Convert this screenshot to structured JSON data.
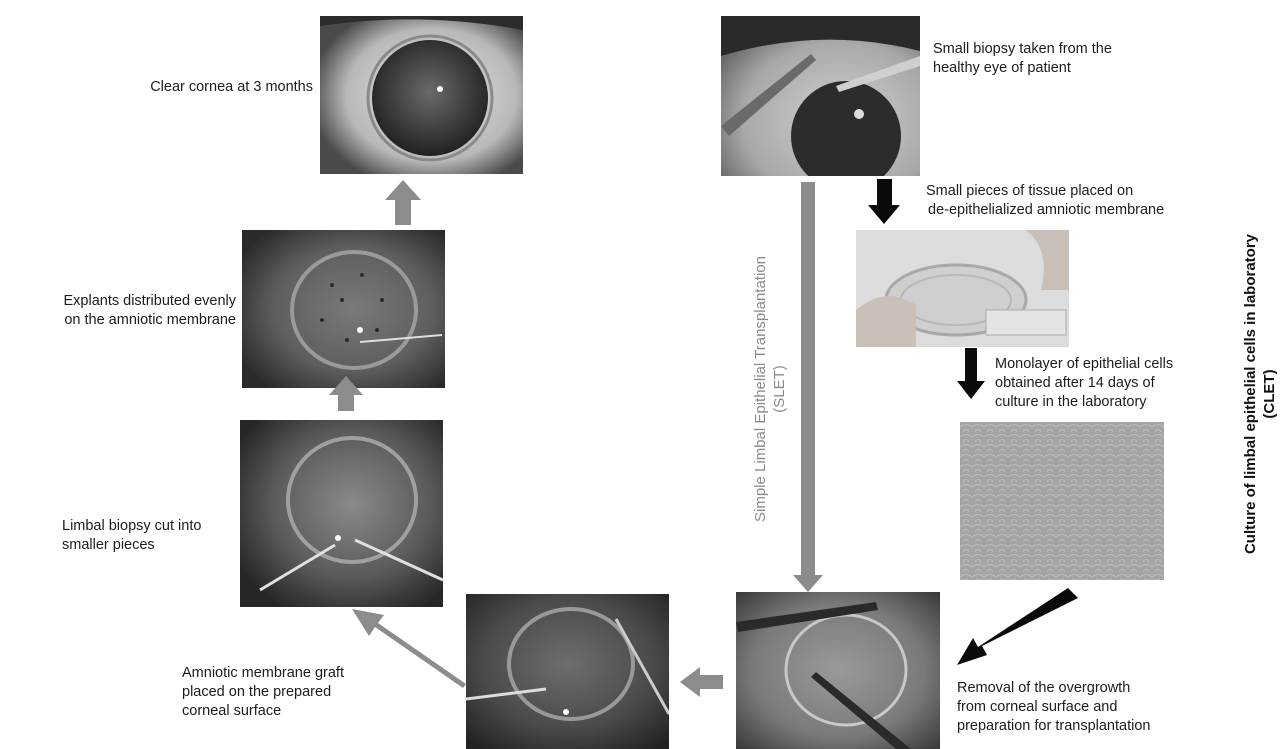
{
  "labels": {
    "clear_cornea": "Clear cornea at 3 months",
    "explants": [
      "Explants distributed evenly",
      "on the amniotic membrane"
    ],
    "limbal_cut": [
      "Limbal biopsy cut into",
      "smaller pieces"
    ],
    "amniotic_graft": [
      "Amniotic membrane graft",
      "placed on the prepared",
      "corneal surface"
    ],
    "small_biopsy": [
      "Small biopsy taken from the",
      "healthy eye of patient"
    ],
    "small_pieces": [
      "Small pieces of tissue placed on",
      "de-epithelialized amniotic membrane"
    ],
    "monolayer": [
      "Monolayer of epithelial cells",
      "obtained after 14 days of",
      "culture in the laboratory"
    ],
    "removal": [
      "Removal of the overgrowth",
      "from corneal surface and",
      "preparation for transplantation"
    ]
  },
  "vertical": {
    "slet": [
      "Simple Limbal Epithelial Transplantation",
      "(SLET)"
    ],
    "clet": [
      "Culture of limbal epithelial cells in laboratory",
      "(CLET)"
    ]
  },
  "colors": {
    "grey_arrow": "#8c8c8c",
    "black_arrow": "#0a0a0a",
    "photo_dark": "#3a3a3a",
    "photo_light": "#d9d9d9"
  }
}
